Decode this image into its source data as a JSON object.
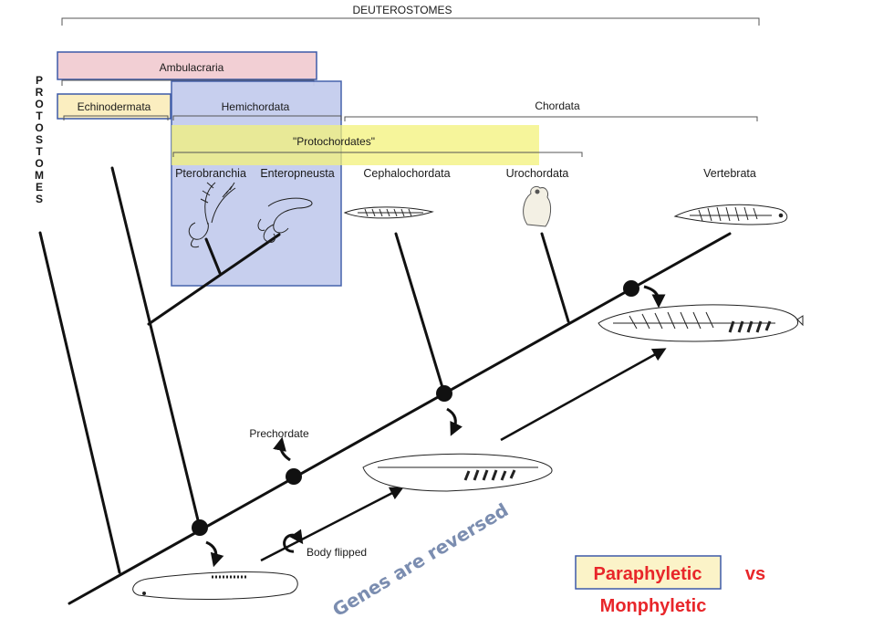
{
  "title": "DEUTEROSTOMES",
  "outgroup": "PROTOSTOMES",
  "groups": {
    "ambulacraria": "Ambulacraria",
    "echinodermata": "Echinodermata",
    "hemichordata": "Hemichordata",
    "chordata": "Chordata",
    "protochordates": "\"Protochordates\""
  },
  "taxa": {
    "pterobranchia": "Pterobranchia",
    "enteropneusta": "Enteropneusta",
    "cephalochordata": "Cephalochordata",
    "urochordata": "Urochordata",
    "vertebrata": "Vertebrata"
  },
  "annotations": {
    "prechordate": "Prechordate",
    "body_flipped": "Body flipped",
    "genes_reversed": "Genes  are reversed"
  },
  "legend": {
    "paraphyletic": "Paraphyletic",
    "vs": "vs",
    "monophyletic": "Monphyletic"
  },
  "colors": {
    "ambulacraria_fill": "#f2cfd4",
    "ambulacraria_stroke": "#3d5aa8",
    "echinodermata_fill": "#fbeec0",
    "hemichordata_fill": "#c5cdee",
    "hemichordata_stroke": "#3d5aa8",
    "protochordates_fill": "#f3f27a",
    "legend_red": "#e8262a",
    "legend_box_fill": "#fbf3c8",
    "diag_text": "#7b8db0"
  }
}
